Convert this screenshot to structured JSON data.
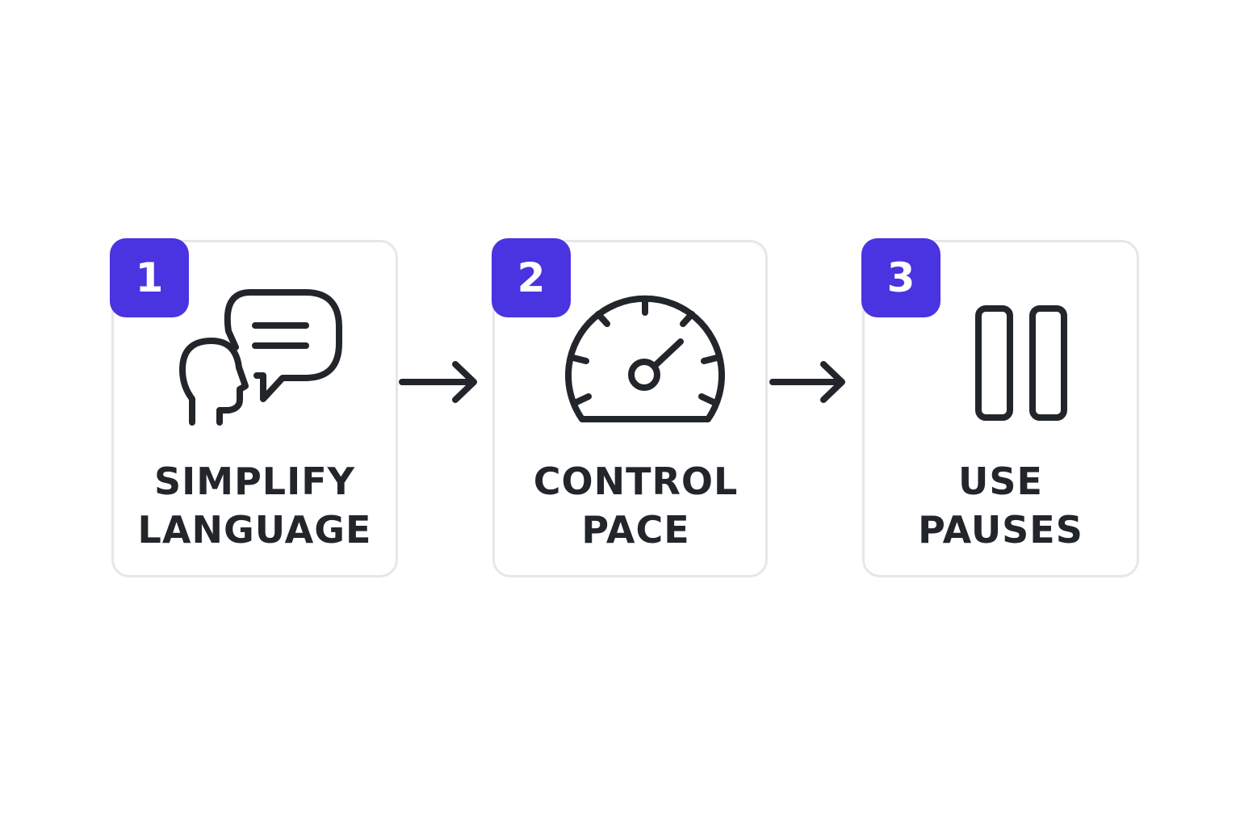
{
  "colors": {
    "accent": "#4a33e0",
    "ink": "#22262b",
    "card_border": "#e5e7eb"
  },
  "steps": [
    {
      "number": "1",
      "label_lines": [
        "SIMPLIFY",
        "LANGUAGE"
      ],
      "icon": "speaking-person-speech-bubble-icon"
    },
    {
      "number": "2",
      "label_lines": [
        "CONTROL",
        "PACE"
      ],
      "icon": "speedometer-icon"
    },
    {
      "number": "3",
      "label_lines": [
        "USE",
        "PAUSES"
      ],
      "icon": "pause-icon"
    }
  ],
  "connectors": [
    "right-arrow-icon",
    "right-arrow-icon"
  ]
}
